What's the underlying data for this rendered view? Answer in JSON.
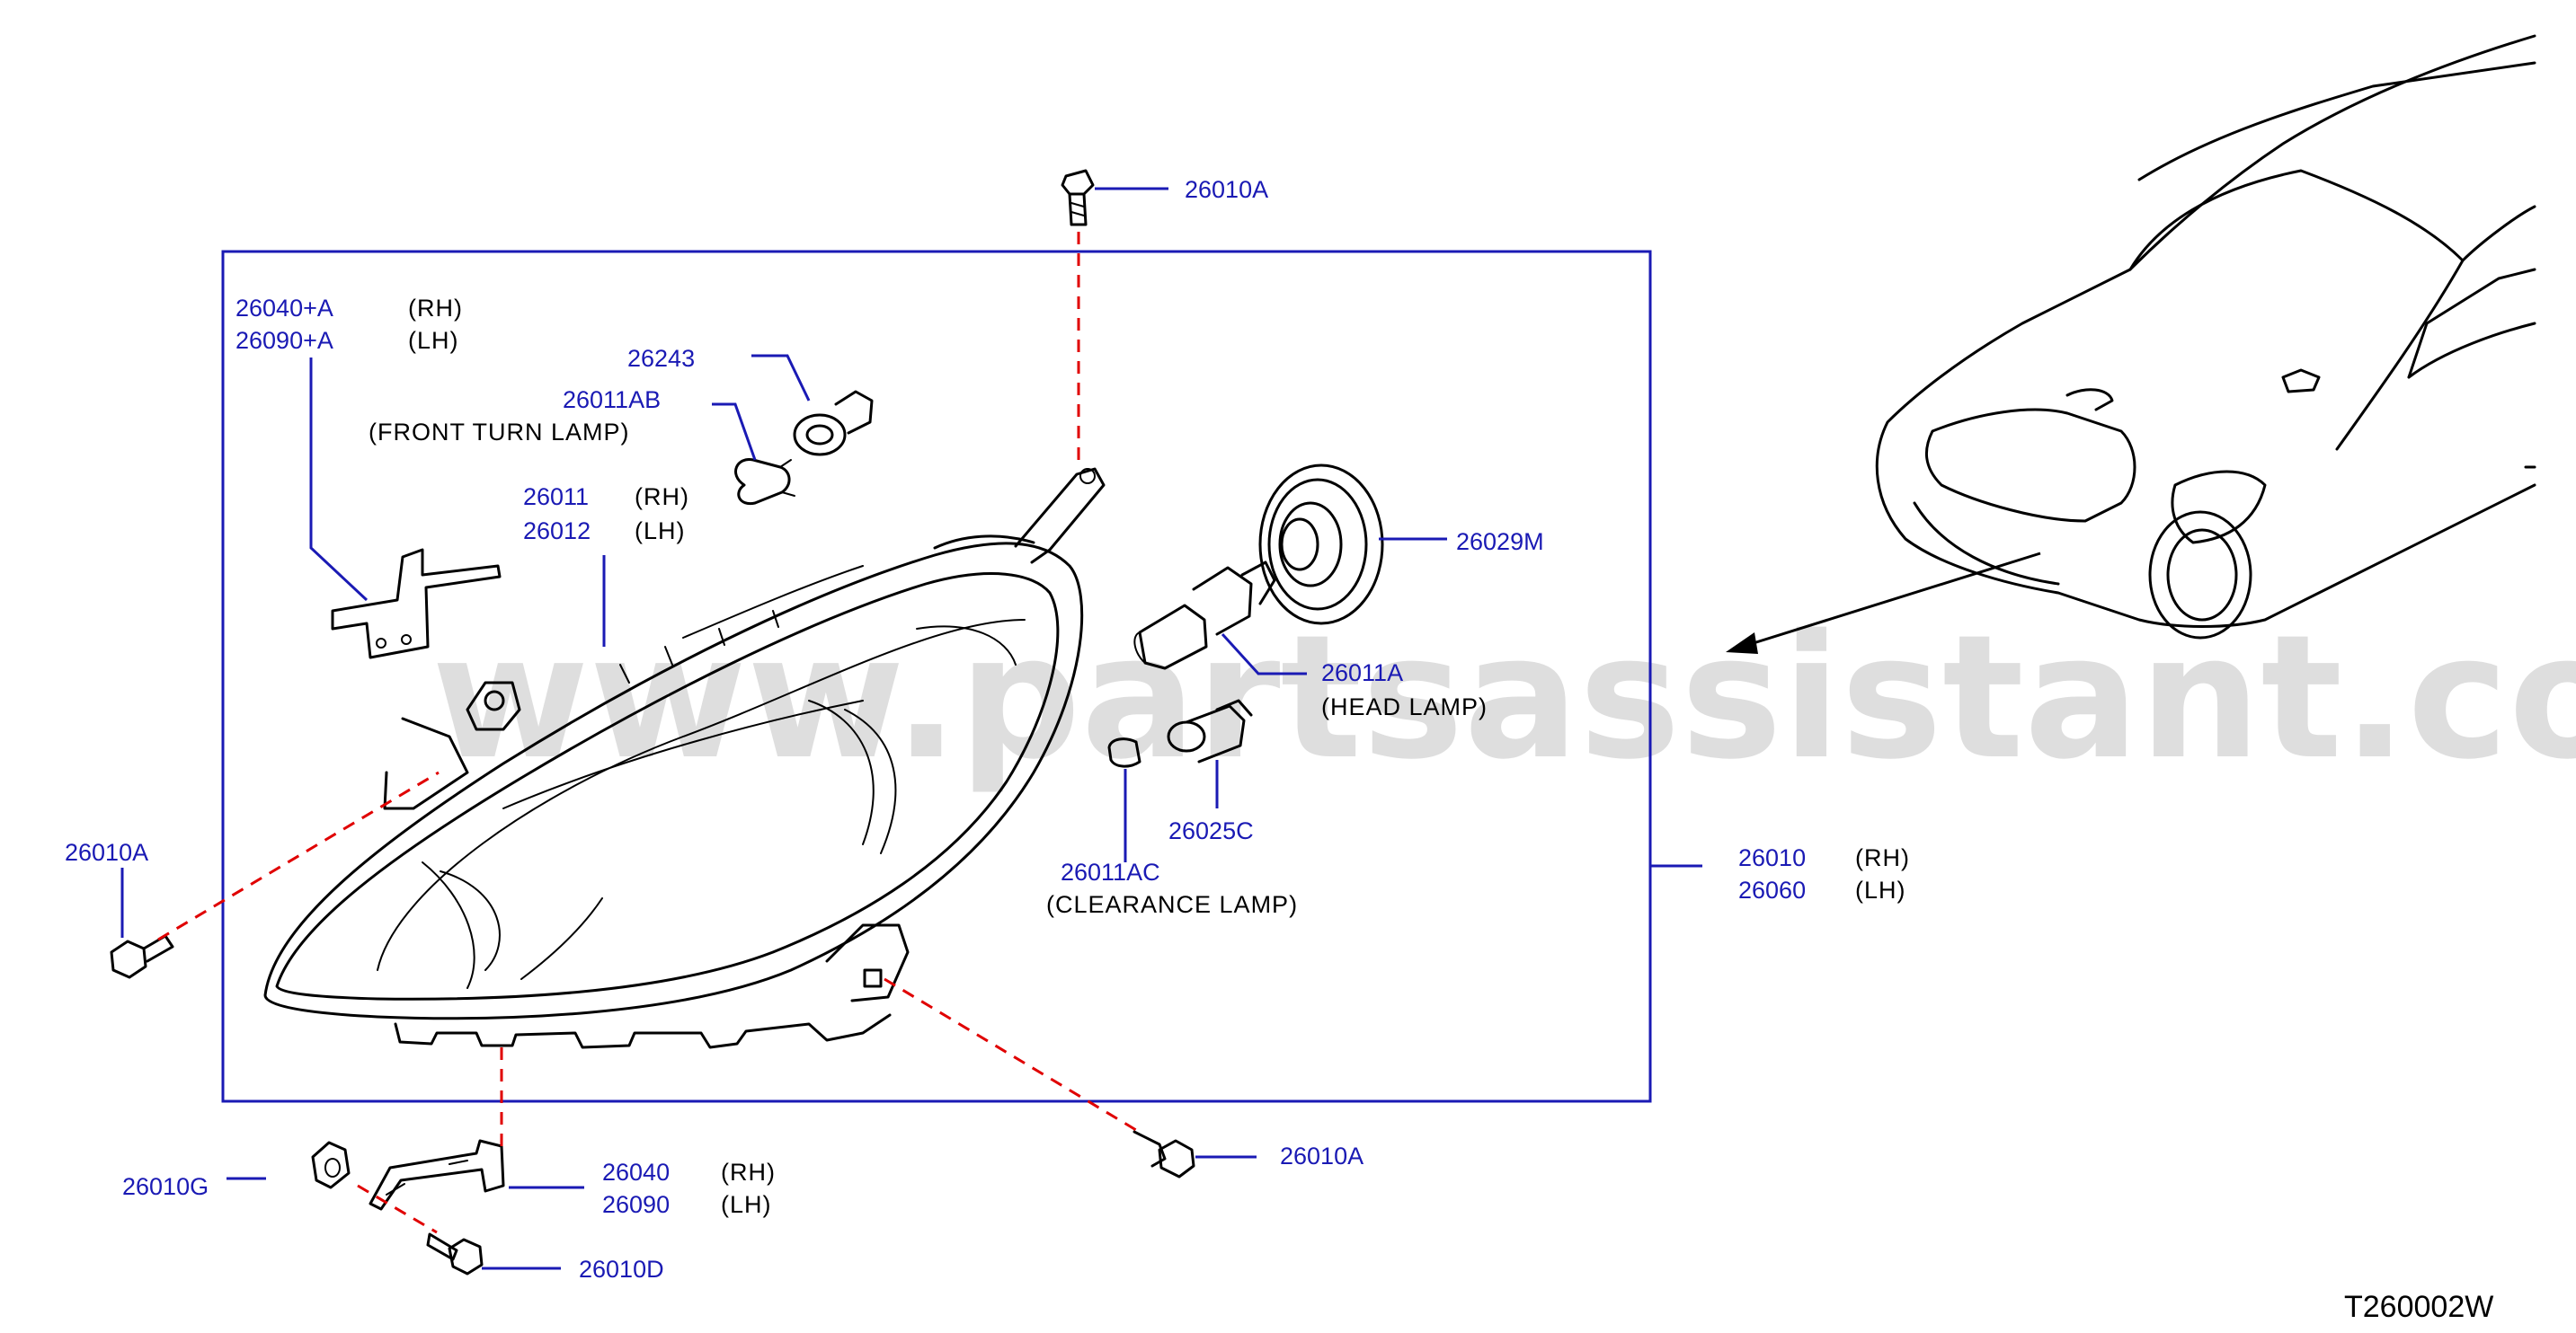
{
  "watermark": "www.partsassistant.com",
  "reference_code": "T260002W",
  "labels": {
    "bolt_top": "26010A",
    "bracket_rh": "26040+A",
    "bracket_rh_side": "(RH)",
    "bracket_lh": "26090+A",
    "bracket_lh_side": "(LH)",
    "socket_turn": "26243",
    "bulb_turn": "26011AB",
    "bulb_turn_desc": "(FRONT   TURN   LAMP)",
    "lens_rh": "26011",
    "lens_rh_side": "(RH)",
    "lens_lh": "26012",
    "lens_lh_side": "(LH)",
    "cap": "26029M",
    "bulb_head": "26011A",
    "bulb_head_desc": "(HEAD   LAMP)",
    "socket_clear": "26025C",
    "bulb_clear": "26011AC",
    "bulb_clear_desc": "(CLEARANCE   LAMP)",
    "bolt_left": "26010A",
    "assy_rh": "26010",
    "assy_rh_side": "(RH)",
    "assy_lh": "26060",
    "assy_lh_side": "(LH)",
    "bolt_right": "26010A",
    "nut": "26010G",
    "bracket2_rh": "26040",
    "bracket2_rh_side": "(RH)",
    "bracket2_lh": "26090",
    "bracket2_lh_side": "(LH)",
    "screw": "26010D"
  },
  "colors": {
    "part_number": "#1a1ab4",
    "leader_line": "#1a1ab4",
    "fastener_path": "#e00000",
    "watermark": "#d4d4d4"
  }
}
